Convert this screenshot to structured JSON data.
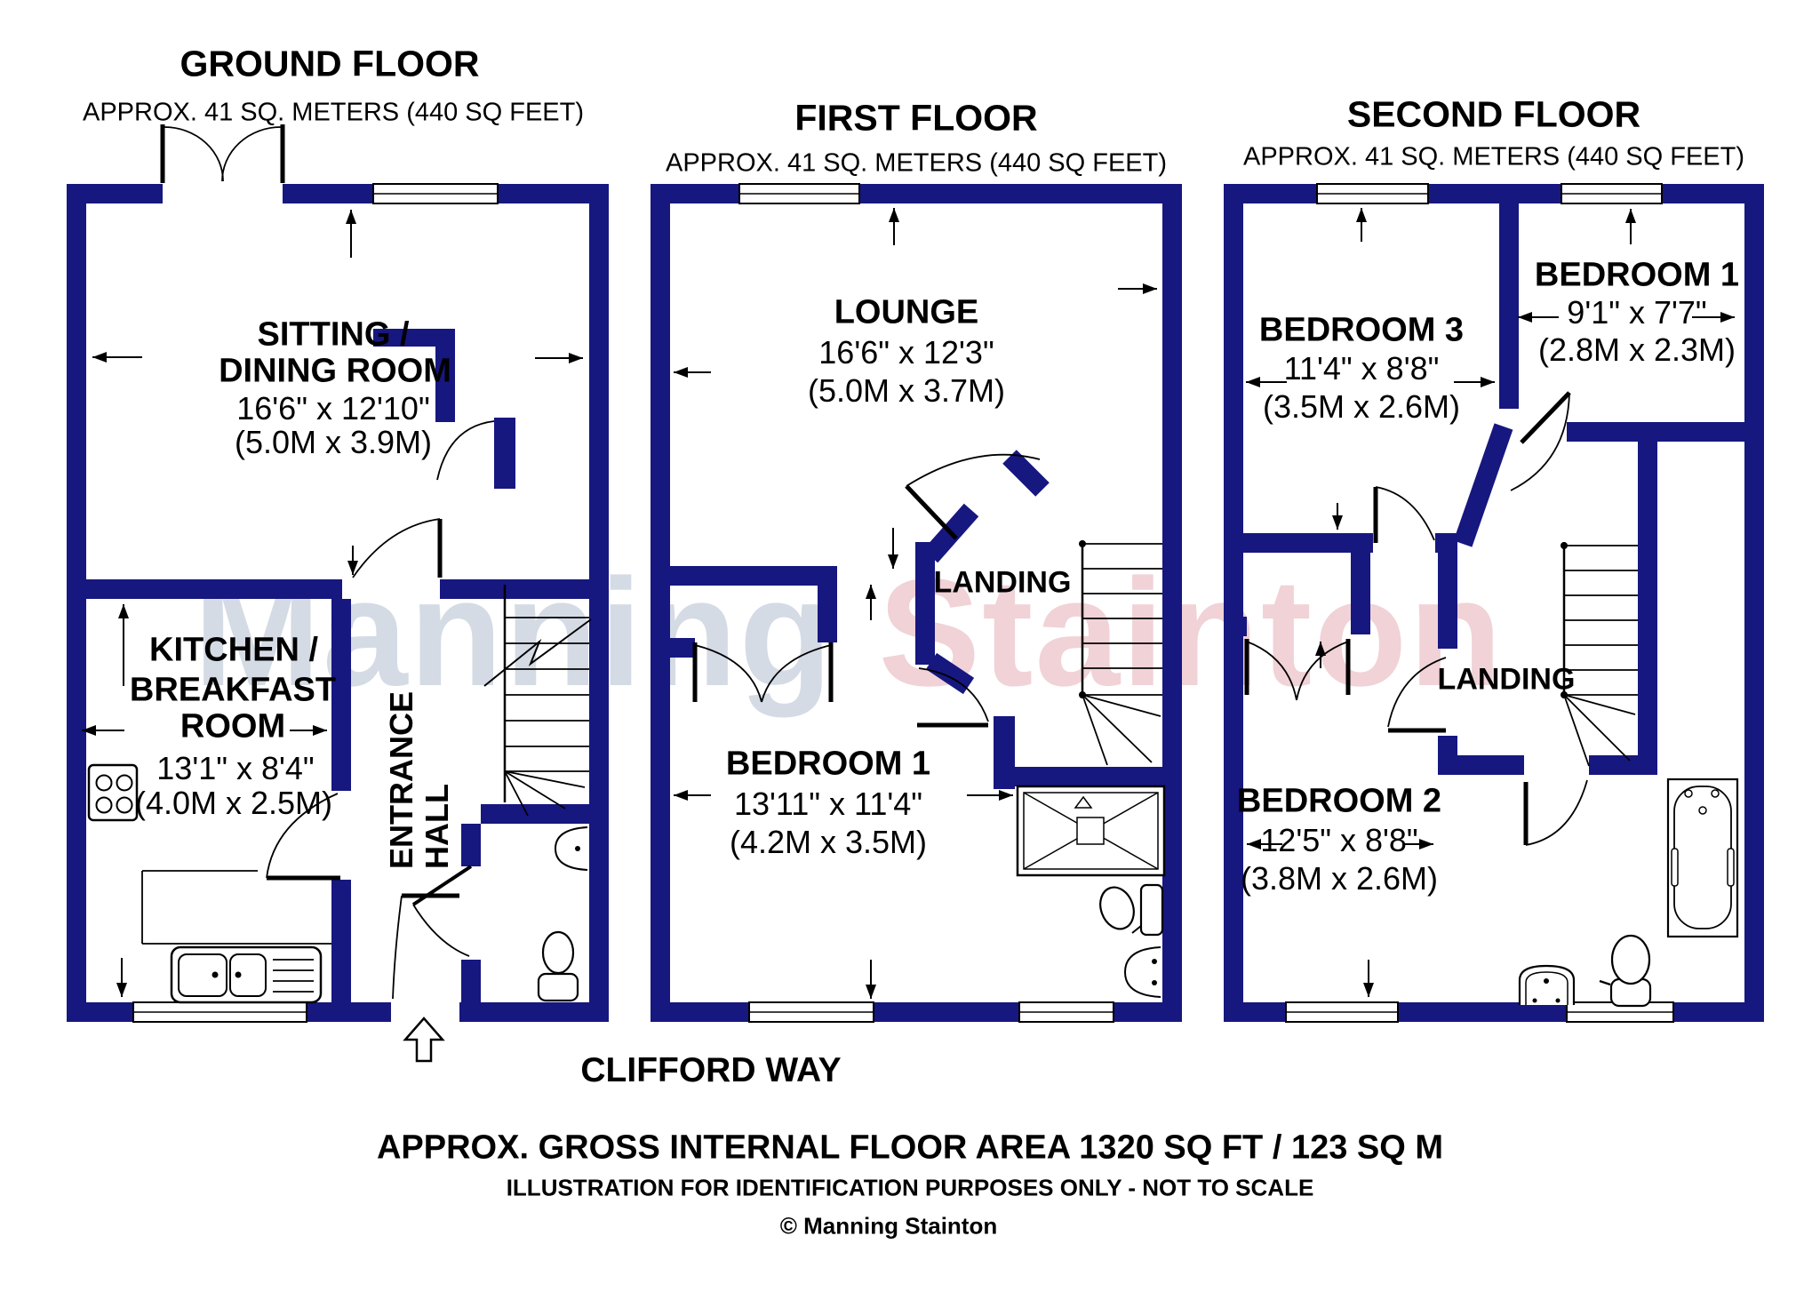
{
  "watermark": {
    "first": "Manning",
    "last": "Stainton"
  },
  "colors": {
    "wall": "#171780",
    "line": "#000000",
    "watermark_first": "#d5dbe5",
    "watermark_last": "#f0d2d7"
  },
  "floors": [
    {
      "id": "ground",
      "title": "GROUND FLOOR",
      "subtitle": "APPROX. 41 SQ. METERS (440 SQ FEET)",
      "rooms": [
        {
          "name_lines": [
            "SITTING /",
            "DINING ROOM"
          ],
          "dims_ft": "16'6\" x 12'10\"",
          "dims_m": "(5.0M x 3.9M)"
        },
        {
          "name_lines": [
            "KITCHEN /",
            "BREAKFAST",
            "ROOM"
          ],
          "dims_ft": "13'1\" x 8'4\"",
          "dims_m": "(4.0M x 2.5M)"
        },
        {
          "name_lines": [
            "ENTRANCE",
            "HALL"
          ]
        }
      ]
    },
    {
      "id": "first",
      "title": "FIRST FLOOR",
      "subtitle": "APPROX. 41 SQ. METERS (440 SQ FEET)",
      "rooms": [
        {
          "name_lines": [
            "LOUNGE"
          ],
          "dims_ft": "16'6\" x 12'3\"",
          "dims_m": "(5.0M x 3.7M)"
        },
        {
          "name_lines": [
            "LANDING"
          ]
        },
        {
          "name_lines": [
            "BEDROOM 1"
          ],
          "dims_ft": "13'11\" x 11'4\"",
          "dims_m": "(4.2M x 3.5M)"
        }
      ]
    },
    {
      "id": "second",
      "title": "SECOND FLOOR",
      "subtitle": "APPROX. 41 SQ. METERS (440 SQ FEET)",
      "rooms": [
        {
          "name_lines": [
            "BEDROOM 3"
          ],
          "dims_ft": "11'4\" x 8'8\"",
          "dims_m": "(3.5M x 2.6M)"
        },
        {
          "name_lines": [
            "BEDROOM 1"
          ],
          "dims_ft": "9'1\" x 7'7\"",
          "dims_m": "(2.8M x 2.3M)"
        },
        {
          "name_lines": [
            "LANDING"
          ]
        },
        {
          "name_lines": [
            "BEDROOM 2"
          ],
          "dims_ft": "12'5\" x 8'8\"",
          "dims_m": "(3.8M x 2.6M)"
        }
      ]
    }
  ],
  "footer": {
    "street": "CLIFFORD WAY",
    "area": "APPROX. GROSS INTERNAL FLOOR AREA 1320 SQ FT / 123 SQ M",
    "disclaimer": "ILLUSTRATION FOR IDENTIFICATION PURPOSES ONLY - NOT TO SCALE",
    "copyright": "© Manning Stainton"
  }
}
